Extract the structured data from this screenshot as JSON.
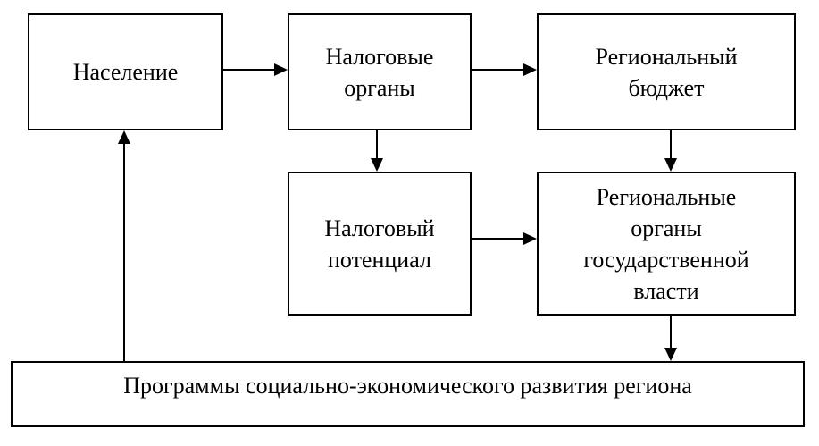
{
  "colors": {
    "background": "#ffffff",
    "box_border": "#000000",
    "text": "#000000",
    "arrow": "#000000"
  },
  "nodes": {
    "population": {
      "label": "Население"
    },
    "tax_authorities": {
      "label": [
        "Налоговые",
        "органы"
      ]
    },
    "regional_budget": {
      "label": [
        "Региональный",
        "бюджет"
      ]
    },
    "tax_potential": {
      "label": [
        "Налоговый",
        "потенциал"
      ]
    },
    "government_bodies": {
      "label": [
        "Региональные",
        "органы",
        "государственной",
        "власти"
      ]
    },
    "development_programs": {
      "label": "Программы социально-экономического развития региона"
    }
  },
  "edges": [
    {
      "from": "Население",
      "to": "Налоговые органы",
      "direction": "right"
    },
    {
      "from": "Налоговые органы",
      "to": "Региональный бюджет",
      "direction": "right"
    },
    {
      "from": "Налоговые органы",
      "to": "Налоговый потенциал",
      "direction": "down"
    },
    {
      "from": "Региональный бюджет",
      "to": "Региональные органы государственной власти",
      "direction": "down"
    },
    {
      "from": "Налоговый потенциал",
      "to": "Региональные органы государственной власти",
      "direction": "right"
    },
    {
      "from": "Региональные органы государственной власти",
      "to": "Программы социально-экономического развития региона",
      "direction": "down"
    },
    {
      "from": "Программы социально-экономического развития региона",
      "to": "Население",
      "direction": "up"
    }
  ]
}
